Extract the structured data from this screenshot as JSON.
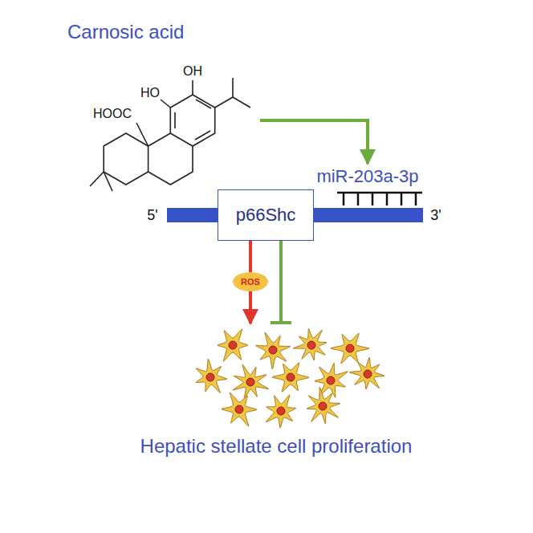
{
  "diagram": {
    "nodes": [
      {
        "text": [
          "Carnosic acid"
        ]
      },
      {
        "text": [
          "miR-203a-3p"
        ]
      },
      {
        "text": [
          "p66Shc"
        ]
      },
      {
        "text": [
          "ROS"
        ]
      },
      {
        "text": [
          "Hepatic stellate cell proliferation"
        ]
      }
    ],
    "edges": [
      {
        "from": 0,
        "to": 1,
        "arrow": "to"
      },
      {
        "from": 2,
        "to": 4,
        "arrow": "to"
      },
      {
        "from": 2,
        "to": 4,
        "arrow": "to"
      }
    ],
    "labels": [
      "OH",
      "HO",
      "HOOC",
      "5'",
      "3'"
    ]
  }
}
